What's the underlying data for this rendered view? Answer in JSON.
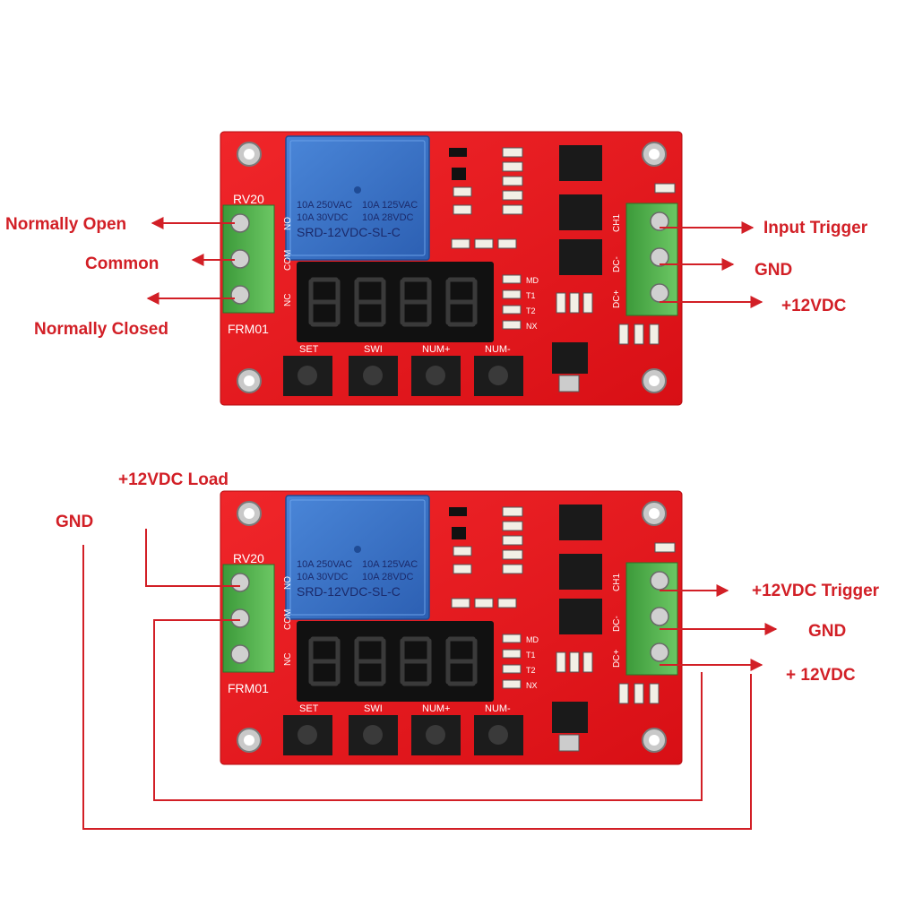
{
  "boards": [
    {
      "relay": {
        "line1a": "10A 250VAC",
        "line1b": "10A 125VAC",
        "line2a": "10A 30VDC",
        "line2b": "10A 28VDC",
        "model": "SRD-12VDC-SL-C"
      },
      "silk": {
        "rv": "RV20",
        "model": "FRM01",
        "no": "NO",
        "com": "COM",
        "nc": "NC",
        "ch1": "CH1",
        "dcm": "DC-",
        "dcp": "DC+"
      },
      "leds": [
        "MD",
        "T1",
        "T2",
        "NX"
      ],
      "buttons": [
        "SET",
        "SWI",
        "NUM+",
        "NUM-"
      ]
    },
    {
      "relay": {
        "line1a": "10A 250VAC",
        "line1b": "10A 125VAC",
        "line2a": "10A 30VDC",
        "line2b": "10A 28VDC",
        "model": "SRD-12VDC-SL-C"
      },
      "silk": {
        "rv": "RV20",
        "model": "FRM01",
        "no": "NO",
        "com": "COM",
        "nc": "NC",
        "ch1": "CH1",
        "dcm": "DC-",
        "dcp": "DC+"
      },
      "leds": [
        "MD",
        "T1",
        "T2",
        "NX"
      ],
      "buttons": [
        "SET",
        "SWI",
        "NUM+",
        "NUM-"
      ]
    }
  ],
  "top_labels": {
    "normally_open": "Normally Open",
    "common": "Common",
    "normally_closed": "Normally Closed",
    "input_trigger": "Input Trigger",
    "gnd": "GND",
    "plus12": "+12VDC"
  },
  "bottom_labels": {
    "load": "+12VDC Load",
    "gnd_left": "GND",
    "trigger": "+12VDC Trigger",
    "gnd_right": "GND",
    "plus12": "+ 12VDC"
  },
  "colors": {
    "label_red": "#d21f26",
    "pcb_red": "#e8151b",
    "relay_blue": "#3a6fc4",
    "terminal_green": "#4fb04a"
  }
}
